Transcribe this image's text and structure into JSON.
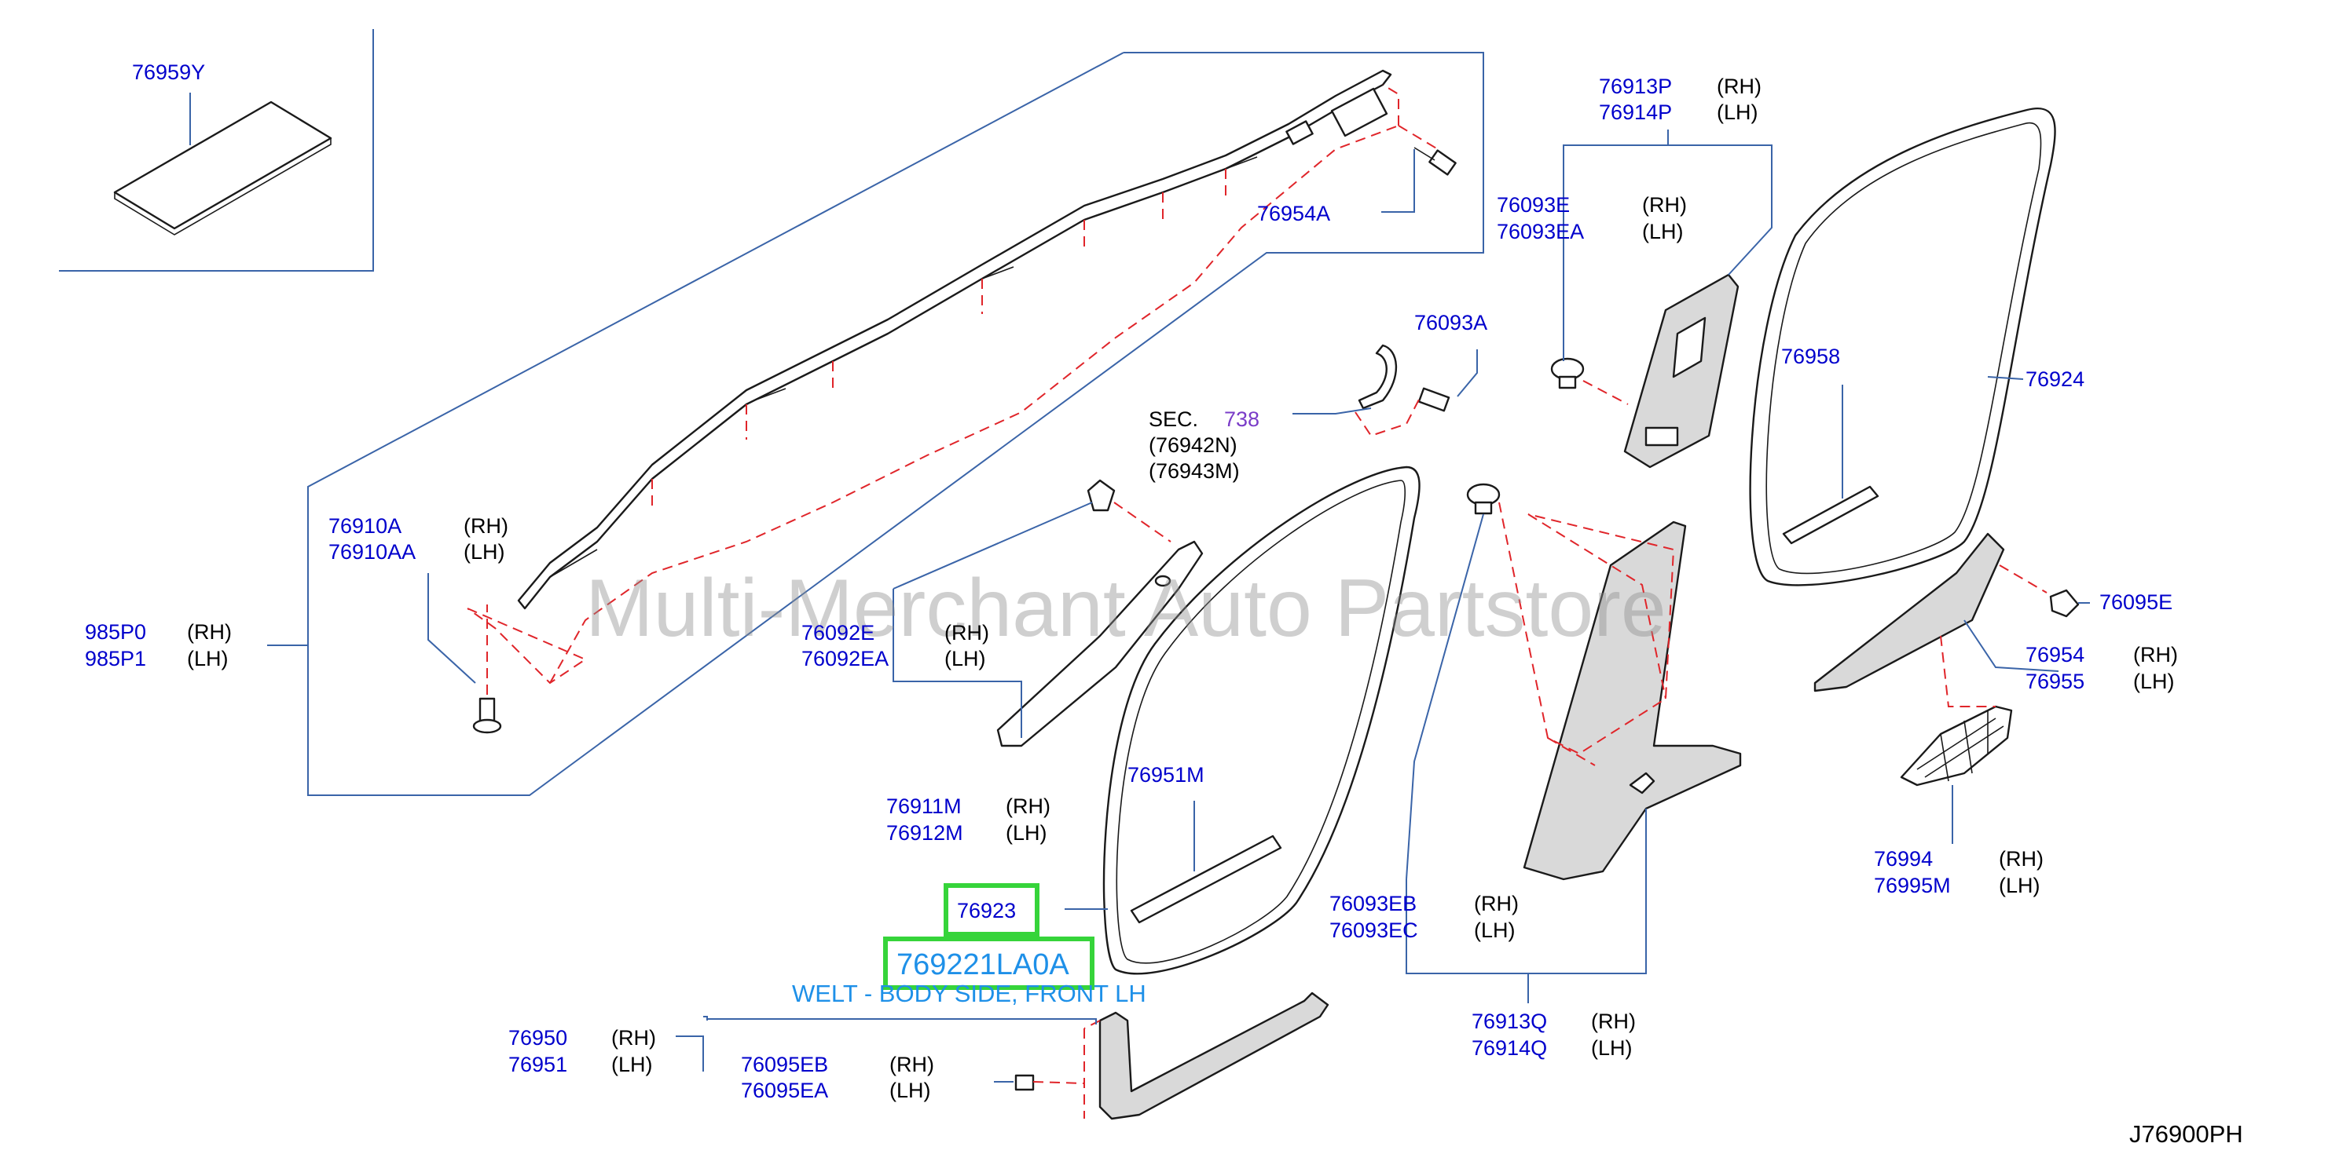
{
  "labels": {
    "p76959Y": "76959Y",
    "p76913P": "76913P",
    "p76913P_side": "(RH)",
    "p76914P": "76914P",
    "p76914P_side": "(LH)",
    "p76093E": "76093E",
    "p76093E_side": "(RH)",
    "p76093EA": "76093EA",
    "p76093EA_side": "(LH)",
    "p76954A": "76954A",
    "p76093A": "76093A",
    "p76958": "76958",
    "p76924": "76924",
    "sec_prefix": "SEC.",
    "sec_num": "738",
    "p76942N": "(76942N)",
    "p76943M": "(76943M)",
    "p76910A": "76910A",
    "p76910A_side": "(RH)",
    "p76910AA": "76910AA",
    "p76910AA_side": "(LH)",
    "p985P0": "985P0",
    "p985P0_side": "(RH)",
    "p985P1": "985P1",
    "p985P1_side": "(LH)",
    "p76092E": "76092E",
    "p76092E_side": "(RH)",
    "p76092EA": "76092EA",
    "p76092EA_side": "(LH)",
    "p76095E": "76095E",
    "p76954": "76954",
    "p76954_side": "(RH)",
    "p76955": "76955",
    "p76955_side": "(LH)",
    "p76951M": "76951M",
    "p76911M": "76911M",
    "p76911M_side": "(RH)",
    "p76912M": "76912M",
    "p76912M_side": "(LH)",
    "p76994": "76994",
    "p76994_side": "(RH)",
    "p76995M": "76995M",
    "p76995M_side": "(LH)",
    "p76923": "76923",
    "p76093EB": "76093EB",
    "p76093EB_side": "(RH)",
    "p76093EC": "76093EC",
    "p76093EC_side": "(LH)",
    "p76913Q": "76913Q",
    "p76913Q_side": "(RH)",
    "p76914Q": "76914Q",
    "p76914Q_side": "(LH)",
    "p76950": "76950",
    "p76950_side": "(RH)",
    "p76951": "76951",
    "p76951_side": "(LH)",
    "p76095EB": "76095EB",
    "p76095EB_side": "(RH)",
    "p76095EA": "76095EA",
    "p76095EA_side": "(LH)"
  },
  "highlight": {
    "part_number": "769221LA0A",
    "description": "WELT - BODY SIDE, FRONT LH"
  },
  "watermark": "Multi-Merchant Auto Partstore",
  "diagram_code": "J76900PH",
  "colors": {
    "part_number": "#0000cc",
    "highlight_box": "#36d43a",
    "highlight_text": "#1e90e8",
    "phantom_line": "#e0252a",
    "leader_line": "#3a64a8"
  }
}
